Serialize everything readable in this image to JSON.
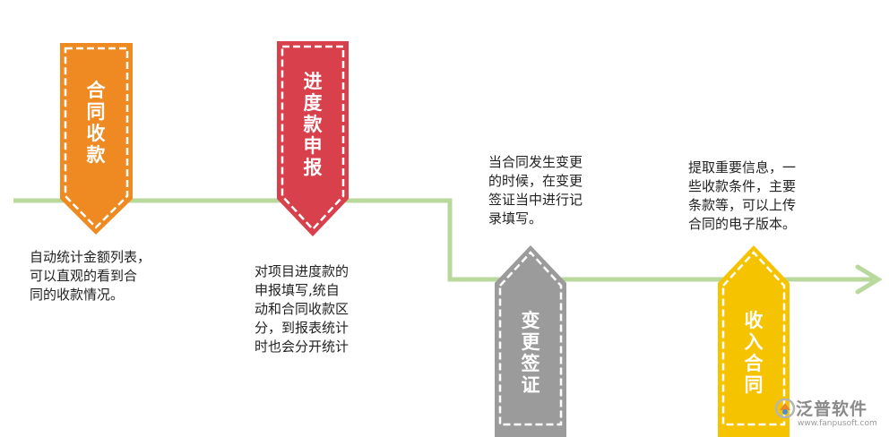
{
  "colors": {
    "timeline": "#b9d99c",
    "stage1": "#ee8a21",
    "stage2": "#d8404c",
    "stage3": "#9b9b9b",
    "stage4": "#f6c300"
  },
  "stages": [
    {
      "title": "合同收款",
      "description": "自动统计金额列表，\n可以直观的看到合\n同的收款情况。"
    },
    {
      "title": "进度款申报",
      "description": "对项目进度款的\n申报填写,统自\n动和合同收款区\n分，到报表统计\n时也会分开统计"
    },
    {
      "title": "变更签证",
      "description": "当合同发生变更\n的时候，在变更\n签证当中进行记\n录填写。"
    },
    {
      "title": "收入合同",
      "description": "提取重要信息，一\n些收款条件，主要\n条款等，可以上传\n合同的电子版本。"
    }
  ],
  "logo": {
    "name": "泛普软件",
    "url": "www.fanpusoft.com",
    "icon": "fanpu-logo-icon"
  }
}
